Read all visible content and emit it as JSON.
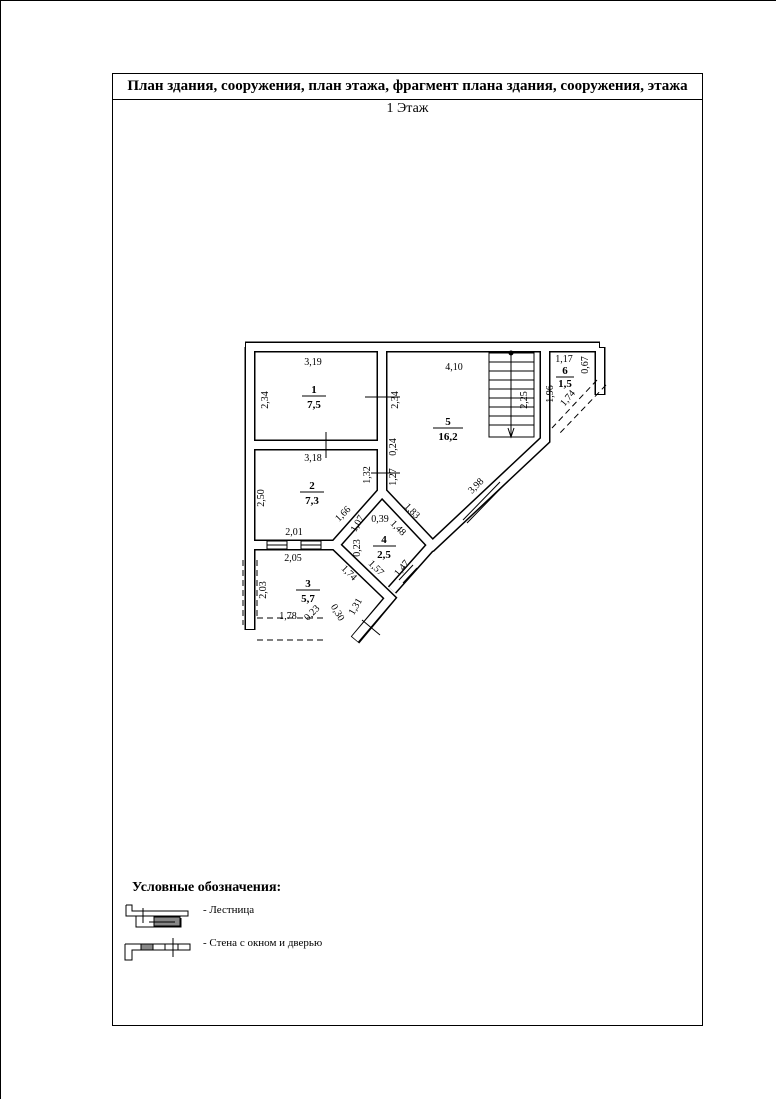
{
  "title": "План здания, сооружения, план этажа, фрагмент плана здания, сооружения, этажа",
  "floor_label": "1 Этаж",
  "rooms": [
    {
      "number": "1",
      "area": "7,5"
    },
    {
      "number": "2",
      "area": "7,3"
    },
    {
      "number": "3",
      "area": "5,7"
    },
    {
      "number": "4",
      "area": "2,5"
    },
    {
      "number": "5",
      "area": "16,2"
    },
    {
      "number": "6",
      "area": "1,5"
    }
  ],
  "dimensions": {
    "r1_top": "3,19",
    "r1_left": "2,34",
    "r1_right": "2,34",
    "r2_top": "3,18",
    "r2_left": "2,50",
    "r2_bottom": "2,01",
    "r2_diag": "1,66",
    "r2_right": "1,32",
    "w_024": "0,24",
    "w_127": "1,27",
    "r3_top": "2,05",
    "r3_left": "2,03",
    "r3_bottom": "1,78",
    "r3_a": "0,23",
    "r3_b": "0,30",
    "r3_c": "1,31",
    "r3_diag": "1,74",
    "r4_a": "0,39",
    "r4_b": "1,07",
    "r4_c": "0,23",
    "r4_d": "1,48",
    "r4_e": "1,83",
    "r4_f": "1,57",
    "r4_g": "1,47",
    "r5_top": "4,10",
    "r5_stair": "2,25",
    "r5_diag": "3,98",
    "r6_top": "1,17",
    "r6_left": "1,96",
    "r6_right": "0,67",
    "r6_diag": "1,74"
  },
  "legend": {
    "title": "Условные обозначения:",
    "items": [
      {
        "label": "- Лестница",
        "icon": "stair-symbol"
      },
      {
        "label": "- Стена с окном и дверью",
        "icon": "wall-window-door-symbol"
      }
    ]
  }
}
